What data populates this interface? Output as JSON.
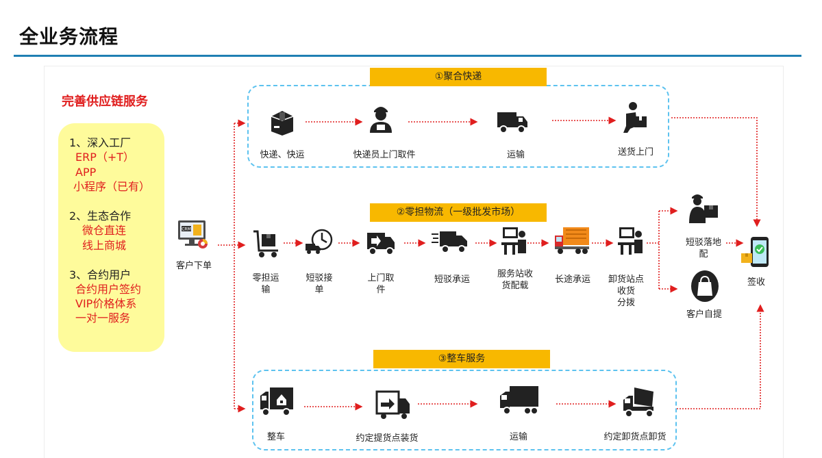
{
  "page_title": "全业务流程",
  "left_panel": {
    "heading": "完善供应链服务",
    "groups": [
      {
        "title": "1、深入工厂",
        "items": [
          "ERP（+T）",
          "APP",
          "小程序（已有）"
        ]
      },
      {
        "title": "2、生态合作",
        "items": [
          "微仓直连",
          "线上商城"
        ]
      },
      {
        "title": "3、合约用户",
        "items": [
          "合约用户签约",
          "VIP价格体系",
          "一对一服务"
        ]
      }
    ]
  },
  "start": {
    "icon": "crm-computer-icon",
    "label": "客户下单"
  },
  "flows": [
    {
      "banner": "①聚合快递",
      "steps": [
        {
          "label": "快递、快运",
          "icon": "parcel-box-icon"
        },
        {
          "label": "快递员上门取件",
          "icon": "courier-person-icon"
        },
        {
          "label": "运输",
          "icon": "delivery-truck-icon"
        },
        {
          "label": "送货上门",
          "icon": "person-carrying-box-icon"
        }
      ]
    },
    {
      "banner": "②零担物流（一级批发市场）",
      "steps": [
        {
          "label": "零担运\n输",
          "icon": "hand-cart-icon"
        },
        {
          "label": "短驳接\n单",
          "icon": "clock-truck-icon"
        },
        {
          "label": "上门取\n件",
          "icon": "van-pickup-icon"
        },
        {
          "label": "短驳承运",
          "icon": "fast-truck-icon"
        },
        {
          "label": "服务站收\n货配载",
          "icon": "workstation-icon"
        },
        {
          "label": "长途承运",
          "icon": "long-haul-truck-icon"
        },
        {
          "label": "卸货站点\n收货\n分拨",
          "icon": "workstation-icon"
        }
      ],
      "branches": [
        {
          "label": "短驳落地\n配",
          "icon": "worker-box-icon"
        },
        {
          "label": "客户自提",
          "icon": "shopping-bag-icon"
        }
      ]
    },
    {
      "banner": "③整车服务",
      "steps": [
        {
          "label": "整车",
          "icon": "box-truck-icon"
        },
        {
          "label": "约定提货点装货",
          "icon": "loading-truck-icon"
        },
        {
          "label": "运输",
          "icon": "cargo-truck-icon"
        },
        {
          "label": "约定卸货点卸货",
          "icon": "dump-truck-icon"
        }
      ]
    }
  ],
  "end": {
    "label": "签收",
    "icon": "phone-check-icon"
  },
  "colors": {
    "accent_red": "#e01e1e",
    "banner_yellow": "#f8b800",
    "dash_blue": "#5cc2ef",
    "note_yellow": "#fefb9b",
    "title_rule": "#1f7fb3"
  }
}
